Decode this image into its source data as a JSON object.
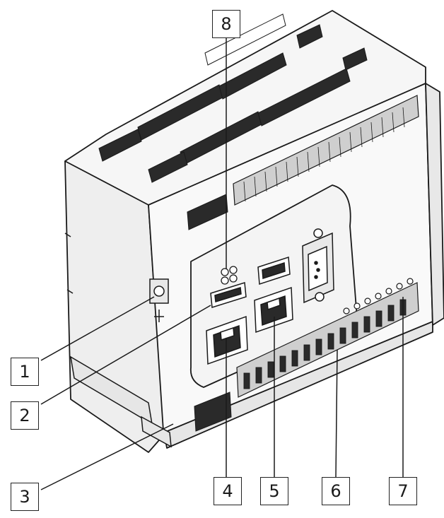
{
  "figure": {
    "callouts": [
      {
        "label": "1",
        "target": "earth-ground-terminal"
      },
      {
        "label": "2",
        "target": "usb-port"
      },
      {
        "label": "3",
        "target": "din-rail-mount"
      },
      {
        "label": "4",
        "target": "ethernet-port-1"
      },
      {
        "label": "5",
        "target": "ethernet-port-2"
      },
      {
        "label": "6",
        "target": "front-terminal-strip"
      },
      {
        "label": "7",
        "target": "front-io-terminals"
      },
      {
        "label": "8",
        "target": "status-leds"
      }
    ]
  },
  "colors": {
    "line": "#1a1a1a",
    "housing": "#f2f2f2",
    "shade": "#dcdcdc",
    "dark": "#2a2a2a"
  }
}
